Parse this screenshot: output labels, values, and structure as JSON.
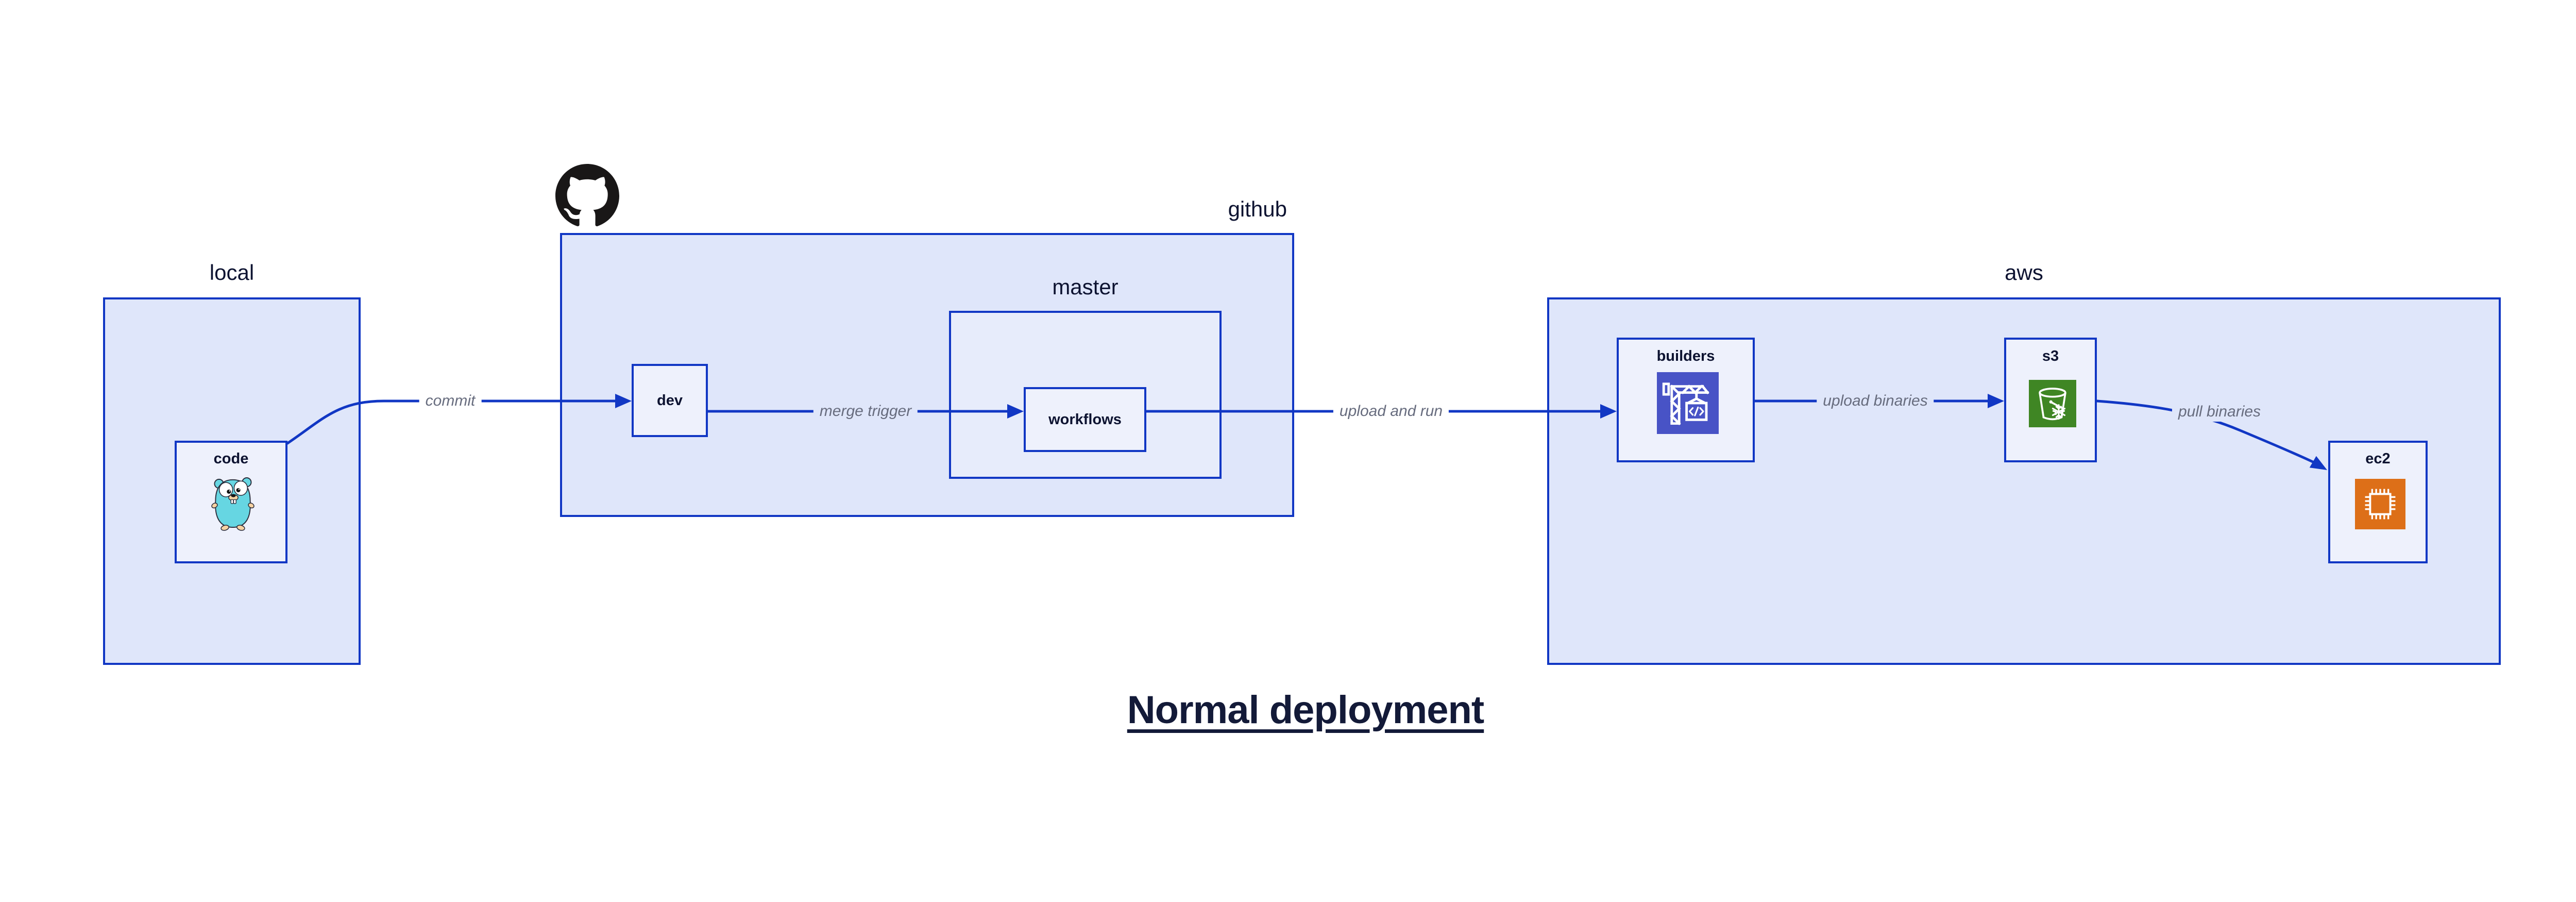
{
  "diagram": {
    "title": "Normal deployment",
    "colors": {
      "canvas_bg": "#ffffff",
      "stroke_blue": "#1137C4",
      "container_fill": "#DFE6FA",
      "node_fill": "#EEF1FC",
      "label_navy": "#0D1331",
      "edge_label_gray": "#676C7E",
      "octocat_black": "#191717",
      "gopher_teal": "#66D6E2",
      "gopher_tan": "#F6D2A2",
      "codebuild_indigo": "#4853C6",
      "s3_green": "#3F8624",
      "ec2_orange": "#DD6F18"
    },
    "containers": {
      "local": {
        "label": "local"
      },
      "github": {
        "label": "github",
        "icon": "github-octocat-icon"
      },
      "master": {
        "label": "master"
      },
      "aws": {
        "label": "aws"
      }
    },
    "nodes": {
      "code": {
        "label": "code",
        "icon": "go-gopher-icon"
      },
      "dev": {
        "label": "dev"
      },
      "workflows": {
        "label": "workflows"
      },
      "builders": {
        "label": "builders",
        "icon": "codebuild-crane-icon"
      },
      "s3": {
        "label": "s3",
        "icon": "s3-bucket-snowflake-icon"
      },
      "ec2": {
        "label": "ec2",
        "icon": "ec2-chip-icon"
      }
    },
    "edges": {
      "commit": {
        "label": "commit",
        "from": "code",
        "to": "dev"
      },
      "merge_trigger": {
        "label": "merge trigger",
        "from": "dev",
        "to": "workflows"
      },
      "upload_and_run": {
        "label": "upload and run",
        "from": "workflows",
        "to": "builders"
      },
      "upload_binaries": {
        "label": "upload binaries",
        "from": "builders",
        "to": "s3"
      },
      "pull_binaries": {
        "label": "pull binaries",
        "from": "s3",
        "to": "ec2"
      }
    }
  }
}
